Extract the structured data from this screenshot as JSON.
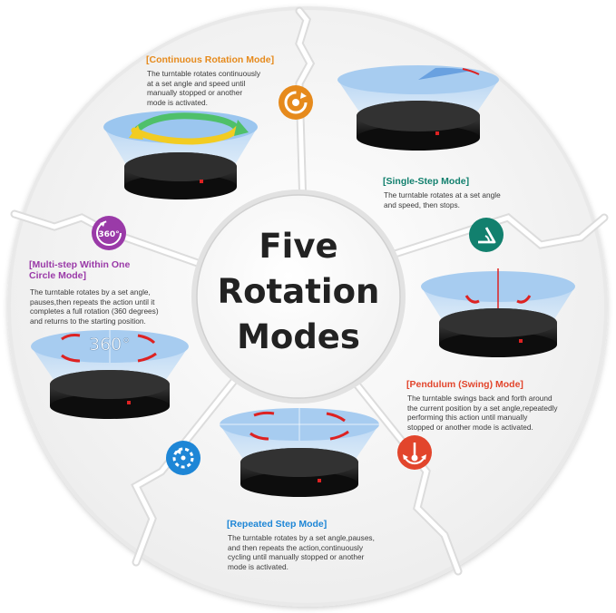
{
  "center": {
    "lines": [
      "Five",
      "Rotation",
      "Modes"
    ]
  },
  "modes": [
    {
      "id": "continuous",
      "title": "[Continuous Rotation Mode]",
      "desc": [
        "The turntable rotates continuously",
        "at a set angle and speed until",
        "manually stopped or another",
        "mode is activated."
      ],
      "color": "#e68a1c",
      "icon": "circular-arrow-icon"
    },
    {
      "id": "single-step",
      "title": "[Single-Step Mode]",
      "desc": [
        "The turntable rotates at a set angle",
        "and speed, then stops."
      ],
      "color": "#12806e",
      "icon": "angle-icon"
    },
    {
      "id": "pendulum",
      "title": "[Pendulum (Swing) Mode]",
      "desc": [
        "The turntable swings back and forth around",
        "the current position by a set angle,repeatedly",
        "performing this action until manually",
        "stopped or another mode is activated."
      ],
      "color": "#e2452c",
      "icon": "pendulum-icon"
    },
    {
      "id": "repeated-step",
      "title": "[Repeated Step Mode]",
      "desc": [
        "The turntable rotates by a set angle,pauses,",
        "and then repeats the action,continuously",
        "cycling until manually stopped or another",
        "mode is activated."
      ],
      "color": "#1e86d6",
      "icon": "dashed-circle-arrow-icon"
    },
    {
      "id": "multi-step",
      "title": [
        "[Multi-step Within One",
        "Circle Mode]"
      ],
      "desc": [
        "The turntable rotates by a set angle,",
        "pauses,then repeats the action until it",
        "completes a full rotation (360 degrees)",
        "and returns to the starting position."
      ],
      "color": "#9a3aa8",
      "icon": "360-icon",
      "badge_text": "360°",
      "image_text": "360°"
    }
  ]
}
